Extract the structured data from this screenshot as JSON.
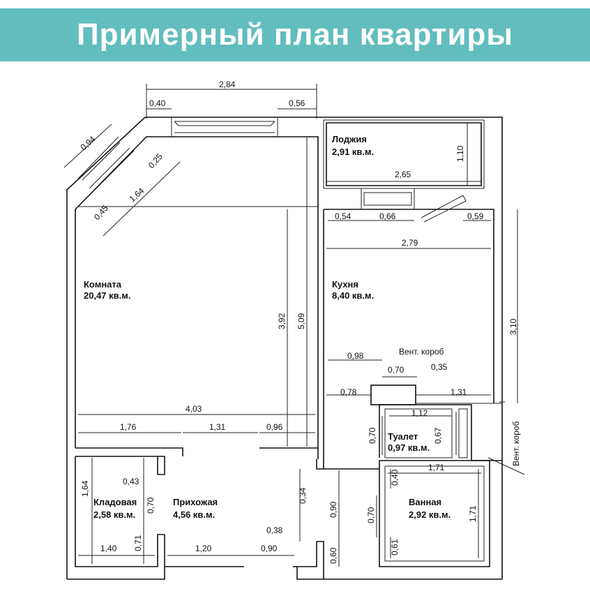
{
  "header": {
    "title": "Примерный план квартиры"
  },
  "rooms": {
    "komnata": {
      "name": "Комната",
      "area": "20,47 кв.м."
    },
    "lodzhiya": {
      "name": "Лоджия",
      "area": "2,91 кв.м."
    },
    "kukhnya": {
      "name": "Кухня",
      "area": "8,40 кв.м."
    },
    "tualet": {
      "name": "Туалет",
      "area": "0,97 кв.м."
    },
    "vannaya": {
      "name": "Ванная",
      "area": "2,92 кв.м."
    },
    "kladovaya": {
      "name": "Кладовая",
      "area": "2,58 кв.м."
    },
    "prikhozhaya": {
      "name": "Прихожая",
      "area": "4,56 кв.м."
    }
  },
  "labels": {
    "vent_box": "Вент. короб"
  },
  "dims": {
    "d284": "2,84",
    "d040": "0,40",
    "d056": "0,56",
    "d094": "0,94",
    "d025": "0,25",
    "d164a": "1,64",
    "d045": "0,45",
    "d110": "1,10",
    "d265": "2,65",
    "d054": "0,54",
    "d066": "0,66",
    "d059": "0,59",
    "d279": "2,79",
    "d310": "3,10",
    "d392": "3,92",
    "d509": "5,09",
    "d098": "0,98",
    "d070a": "0,70",
    "d035": "0,35",
    "d078": "0,78",
    "d131a": "1,31",
    "d112": "1,12",
    "d070b": "0,70",
    "d067": "0,67",
    "d403": "4,03",
    "d176": "1,76",
    "d131b": "1,31",
    "d096": "0,96",
    "d171a": "1,71",
    "d040b": "0,40",
    "d070c": "0,70",
    "d171b": "1,71",
    "d061": "0,61",
    "d164b": "1,64",
    "d043": "0,43",
    "d070d": "0,70",
    "d071": "0,71",
    "d140": "1,40",
    "d120": "1,20",
    "d038": "0,38",
    "d090a": "0,90",
    "d034": "0,34",
    "d090b": "0,90",
    "d060": "0,60"
  }
}
